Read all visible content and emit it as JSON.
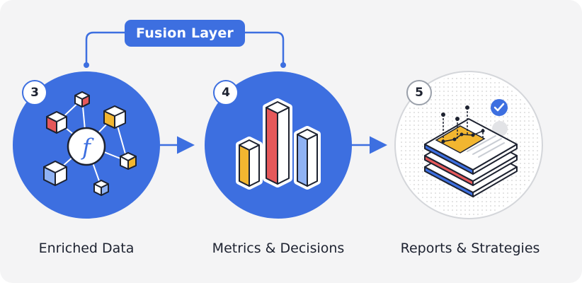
{
  "fusion_layer": {
    "label": "Fusion Layer"
  },
  "steps": [
    {
      "number": "3",
      "label": "Enriched Data",
      "icon": "data-network-icon"
    },
    {
      "number": "4",
      "label": "Metrics & Decisions",
      "icon": "bar-chart-icon"
    },
    {
      "number": "5",
      "label": "Reports & Strategies",
      "icon": "report-stack-icon"
    }
  ],
  "hub_glyph": "f",
  "colors": {
    "primary_blue": "#3d6fe0",
    "yellow": "#f2b630",
    "red": "#e5585a",
    "light_blue": "#8fb2f4",
    "background": "#f4f4f5"
  }
}
